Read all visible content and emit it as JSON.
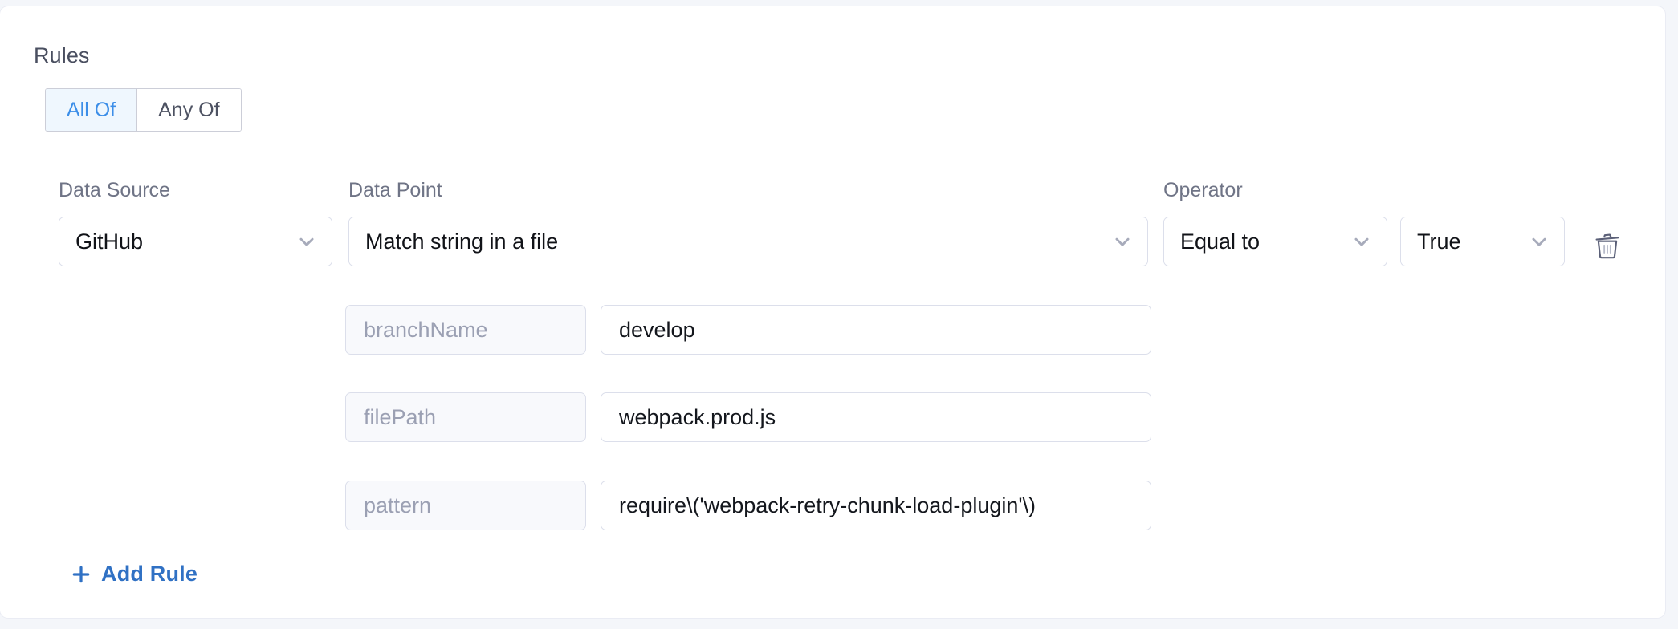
{
  "section": {
    "title": "Rules"
  },
  "match_mode": {
    "options": [
      {
        "label": "All Of",
        "active": true
      },
      {
        "label": "Any Of",
        "active": false
      }
    ]
  },
  "columns": {
    "data_source_label": "Data Source",
    "data_point_label": "Data Point",
    "operator_label": "Operator"
  },
  "rule": {
    "data_source": "GitHub",
    "data_point": "Match string in a file",
    "operator": "Equal to",
    "operand": "True",
    "parameters": [
      {
        "key": "branchName",
        "value": "develop"
      },
      {
        "key": "filePath",
        "value": "webpack.prod.js"
      },
      {
        "key": "pattern",
        "value": "require\\('webpack-retry-chunk-load-plugin'\\)"
      }
    ]
  },
  "actions": {
    "add_rule_label": "Add Rule"
  },
  "colors": {
    "accent": "#3071c4",
    "active_tab_text": "#3c8ee8",
    "active_tab_bg": "#eff7fe",
    "border": "#dcdfeb",
    "label_text": "#6f7486",
    "placeholder_text": "#9ba0b3",
    "page_bg": "#f4f6fa",
    "card_bg": "#ffffff"
  }
}
